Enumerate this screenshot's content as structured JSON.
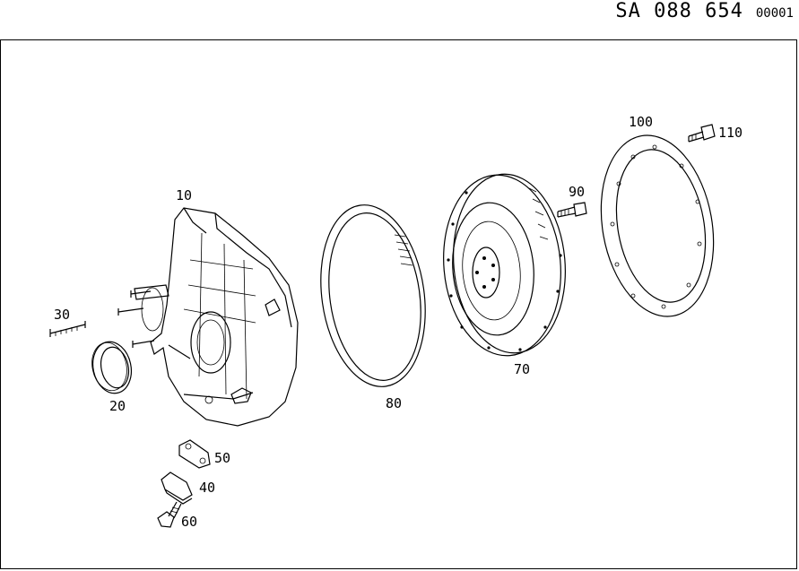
{
  "header": {
    "doc_number": "SA 088 654",
    "sheet": "00001"
  },
  "callouts": [
    "10",
    "20",
    "30",
    "40",
    "50",
    "60",
    "70",
    "80",
    "90",
    "100",
    "110"
  ]
}
